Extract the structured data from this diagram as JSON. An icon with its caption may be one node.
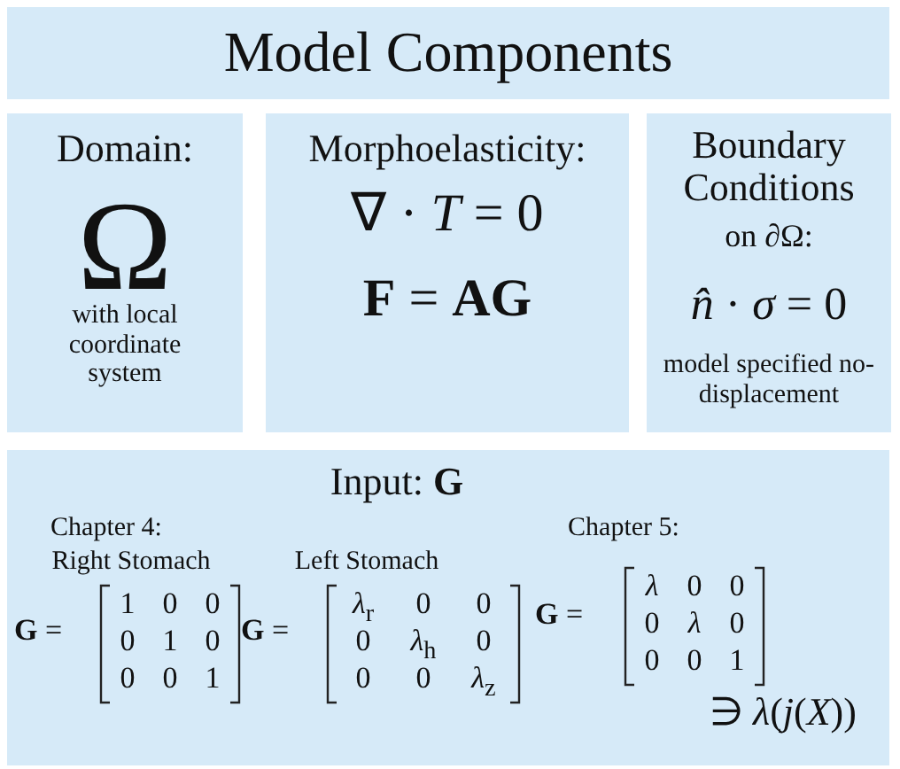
{
  "diagram": {
    "nodes": [
      {
        "text": [
          "Model Components"
        ]
      },
      {
        "text": [
          "Domain:",
          "Ω",
          "with local coordinate system"
        ]
      },
      {
        "text": [
          "Morphoelasticity:",
          "∇ · *T* = 0",
          "**F** = **AG**"
        ]
      },
      {
        "text": [
          "Boundary Conditions",
          "on ∂Ω:",
          "*n̂* · *σ* = 0",
          "model specified no-displacement"
        ]
      },
      {
        "text": [
          "Input: **G**",
          "Chapter 4:",
          "Right Stomach",
          "Left Stomach",
          "Chapter 5:",
          "∋ *λ*(*j*(*X*))"
        ]
      }
    ],
    "edges": [],
    "labels": [
      "**G** =",
      "1",
      "0",
      "0",
      "0",
      "1",
      "0",
      "0",
      "0",
      "1",
      "**G** =",
      "*λ*$_{r}$",
      "0",
      "0",
      "0",
      "*λ*$_{h}$",
      "0",
      "0",
      "0",
      "*λ*$_{z}$",
      "**G** =",
      "*λ*",
      "0",
      "0",
      "0",
      "*λ*",
      "0",
      "0",
      "0",
      "1"
    ]
  }
}
